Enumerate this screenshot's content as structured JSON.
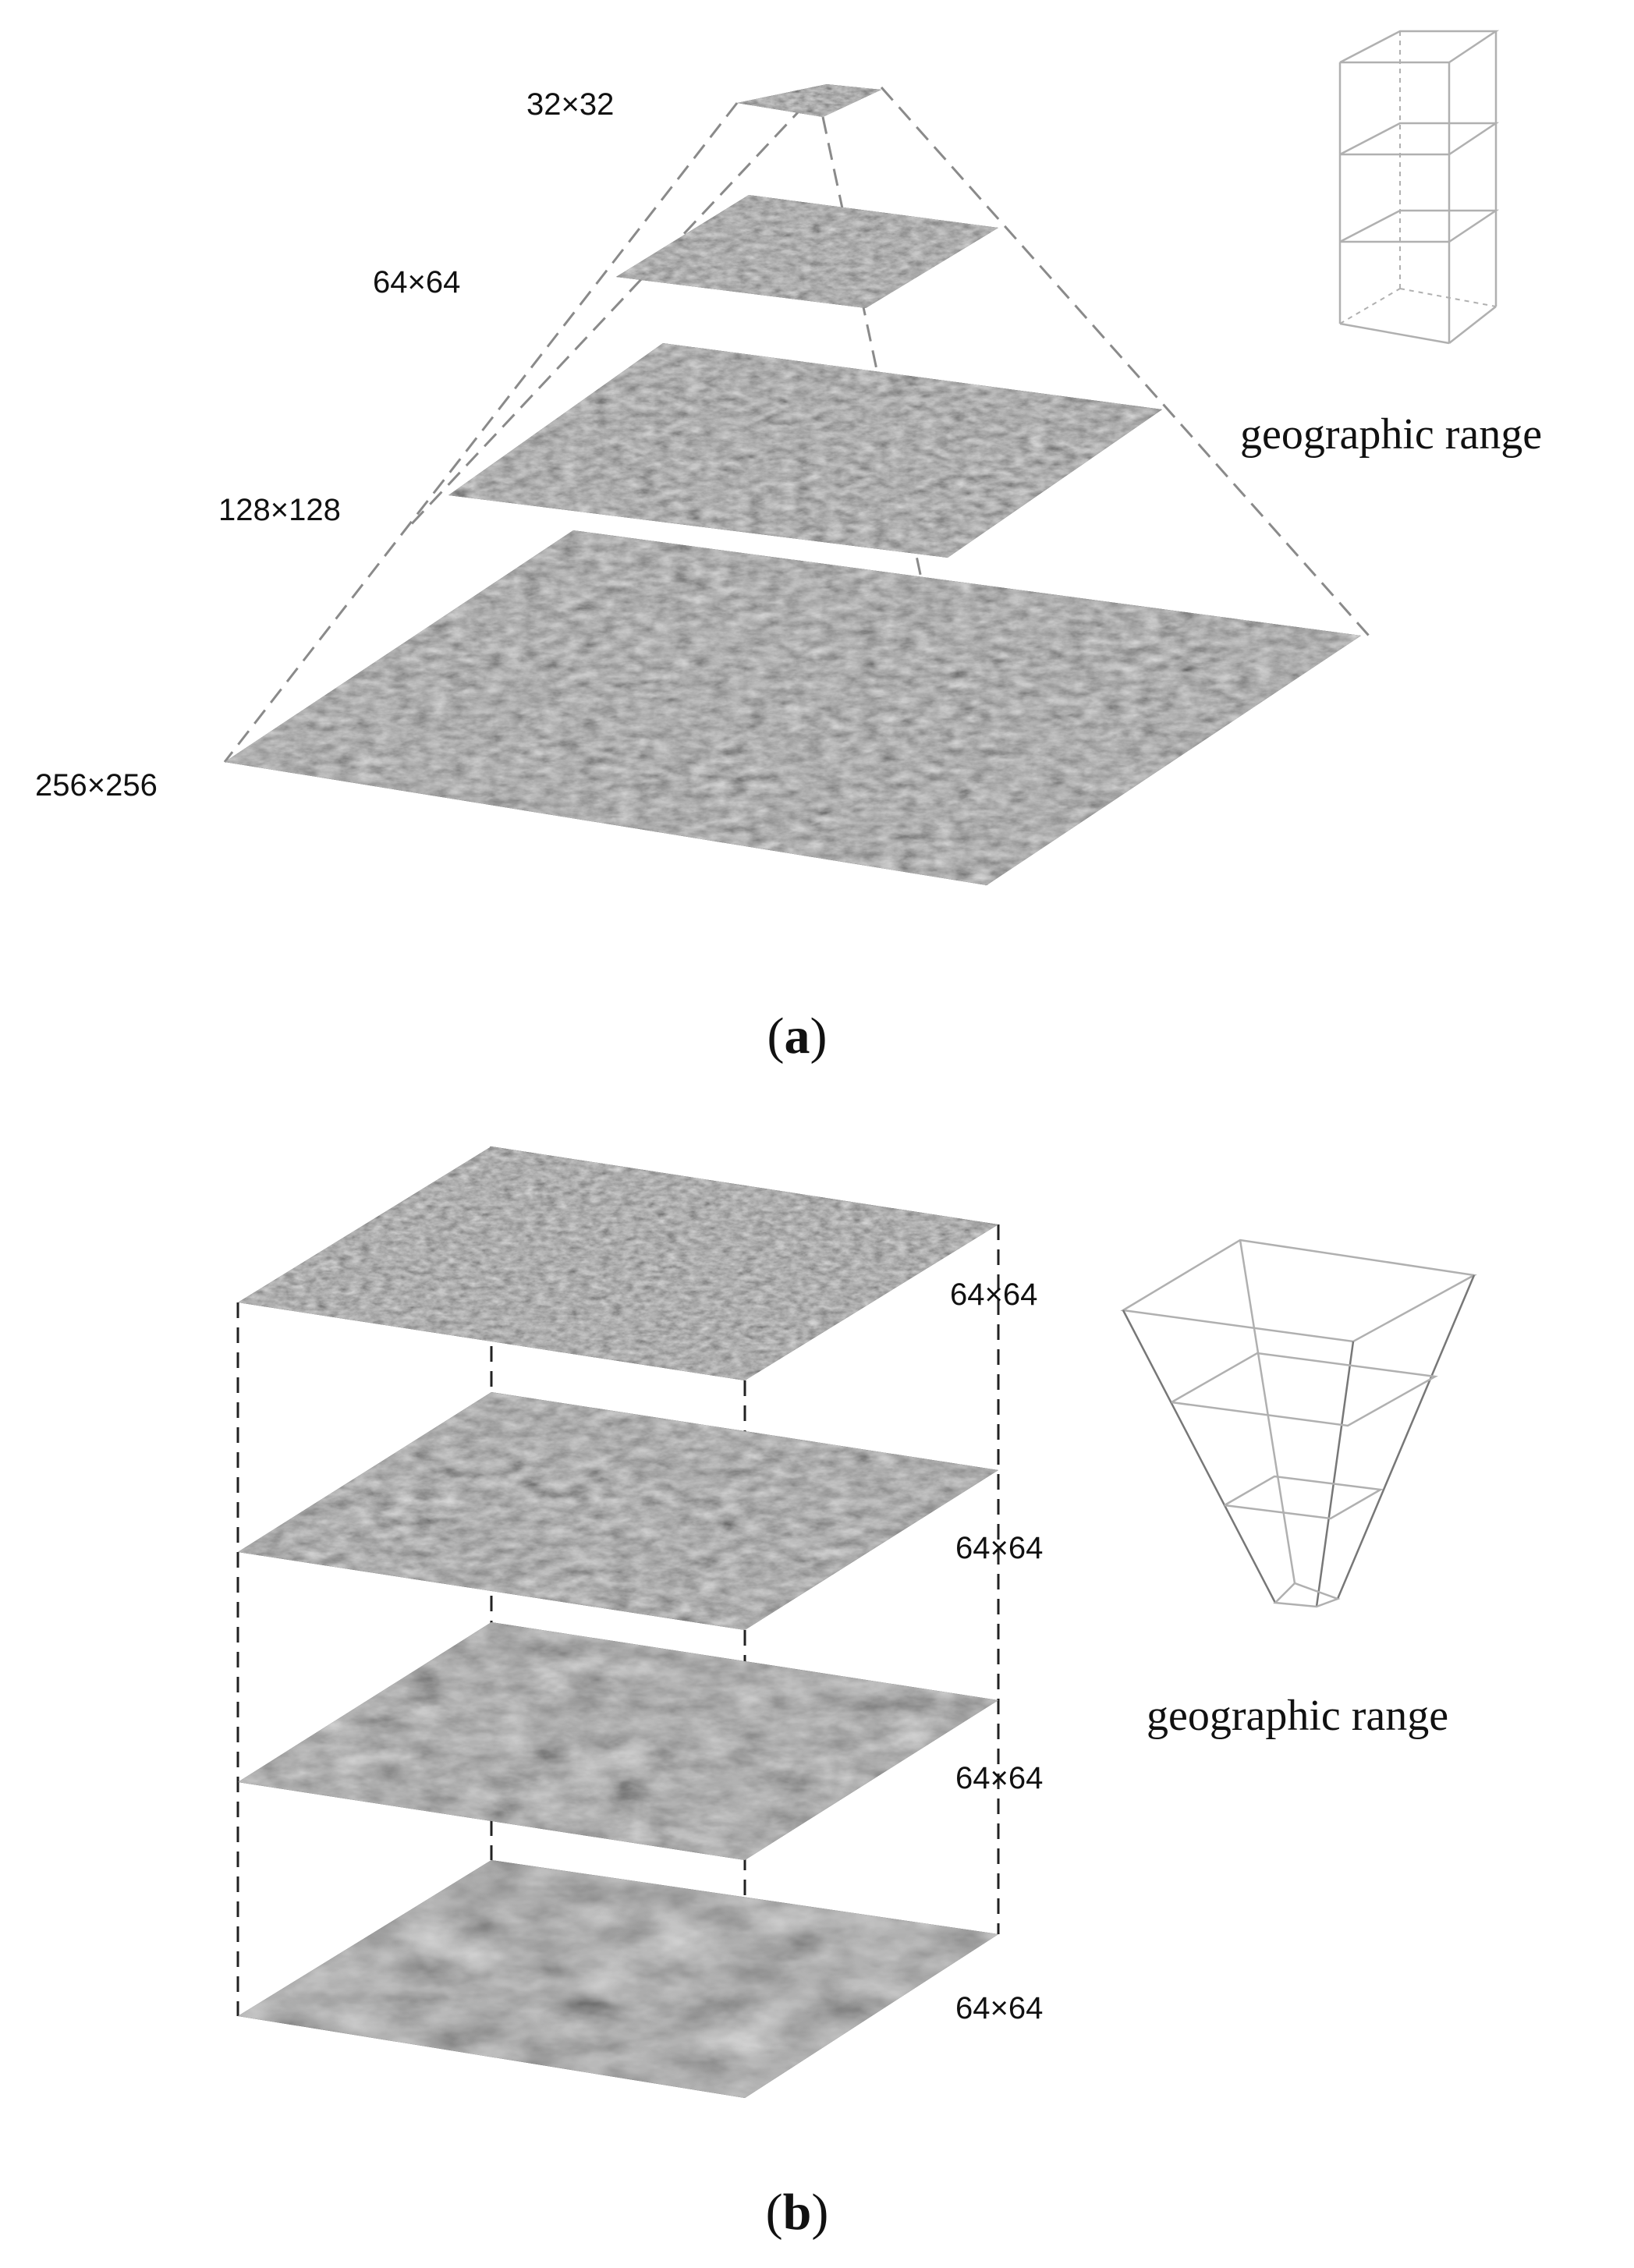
{
  "panel_a": {
    "caption_letter": "a",
    "layers": [
      {
        "label": "32×32",
        "texture_seed": 3,
        "blur": 0.6
      },
      {
        "label": "64×64",
        "texture_seed": 7,
        "blur": 0.8
      },
      {
        "label": "128×128",
        "texture_seed": 11,
        "blur": 1.0
      },
      {
        "label": "256×256",
        "texture_seed": 13,
        "blur": 1.2
      }
    ],
    "range_label": "geographic range"
  },
  "panel_b": {
    "caption_letter": "b",
    "layers": [
      {
        "label": "64×64",
        "texture_seed": 5,
        "blur": 0.7
      },
      {
        "label": "64×64",
        "texture_seed": 9,
        "blur": 1.4
      },
      {
        "label": "64×64",
        "texture_seed": 17,
        "blur": 2.6
      },
      {
        "label": "64×64",
        "texture_seed": 21,
        "blur": 4.2
      }
    ],
    "range_label": "geographic range"
  },
  "colors": {
    "background": "#ffffff",
    "layer_base": "#2a2a2a",
    "text": "#111111"
  }
}
